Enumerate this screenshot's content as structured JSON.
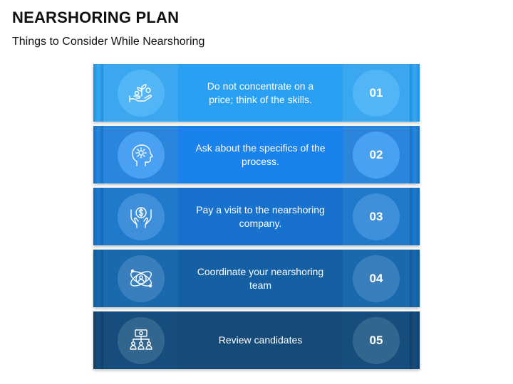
{
  "header": {
    "title": "NEARSHORING PLAN",
    "subtitle": "Things to Consider While Nearshoring"
  },
  "steps": [
    {
      "number": "01",
      "text": "Do not concentrate on a price; think of the skills.",
      "icon": "hand-growth-icon",
      "colors": {
        "band": "#1d8fe0",
        "side": "#3aa7f0",
        "main": "#29a0f2",
        "circle": "#52b6f6"
      }
    },
    {
      "number": "02",
      "text": "Ask about the specifics of the process.",
      "icon": "head-gear-icon",
      "colors": {
        "band": "#1671c9",
        "side": "#2a86dd",
        "main": "#1a82ec",
        "circle": "#4aa0f2"
      }
    },
    {
      "number": "03",
      "text": "Pay a visit to the nearshoring company.",
      "icon": "hands-dollar-icon",
      "colors": {
        "band": "#1368b8",
        "side": "#1f7acc",
        "main": "#1872cd",
        "circle": "#3f8fdb"
      }
    },
    {
      "number": "04",
      "text": "Coordinate your nearshoring team",
      "icon": "team-orbit-icon",
      "colors": {
        "band": "#0f5a9a",
        "side": "#1a69ad",
        "main": "#155fa3",
        "circle": "#3a7fbd"
      }
    },
    {
      "number": "05",
      "text": "Review candidates",
      "icon": "candidates-icon",
      "colors": {
        "band": "#103f68",
        "side": "#174d7c",
        "main": "#164a78",
        "circle": "#33668f"
      }
    }
  ]
}
